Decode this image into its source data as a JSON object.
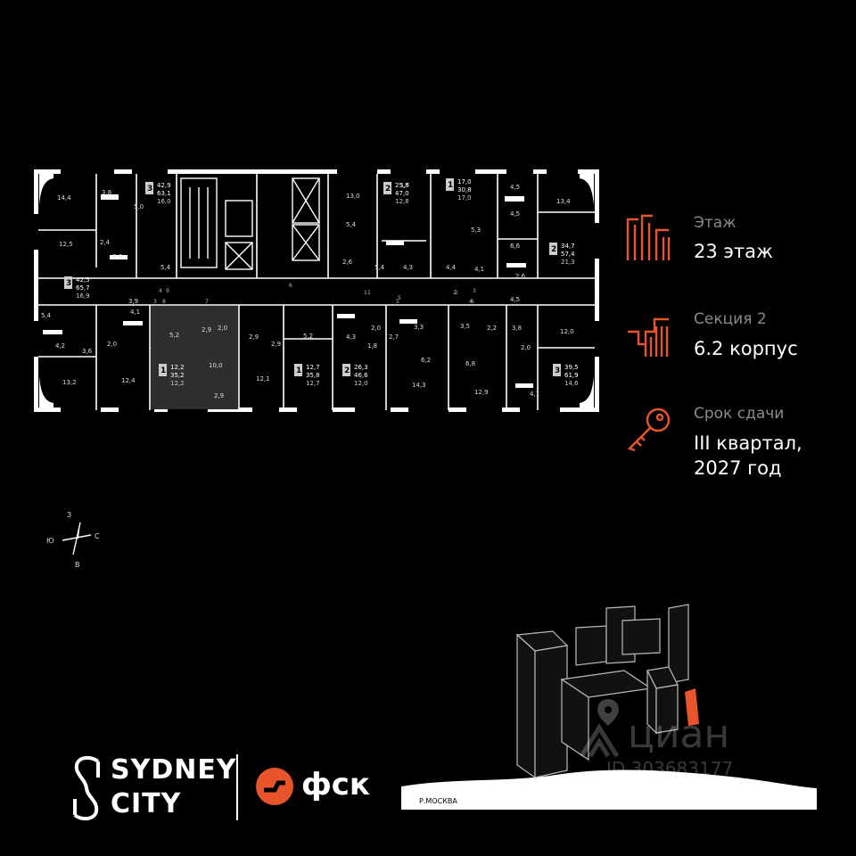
{
  "colors": {
    "accent": "#e8552a",
    "background": "#000000",
    "muted": "#8a8a8a"
  },
  "floor": {
    "label": "Этаж",
    "value": "23 этаж",
    "section_label": "Секция 2",
    "section_value": "6.2 корпус",
    "deadline_label": "Срок сдачи",
    "deadline_line1": "III квартал,",
    "deadline_line2": "2027 год"
  },
  "compass": {
    "north": "З",
    "south": "В",
    "west": "Ю",
    "east": "С"
  },
  "plan": {
    "apartments": [
      {
        "rooms": "3",
        "total": "42,9",
        "area": "63,1",
        "kitchen": "16,0"
      },
      {
        "rooms": "2",
        "total": "25,8",
        "area": "47,0",
        "kitchen": "12,8"
      },
      {
        "rooms": "1",
        "total": "17,0",
        "area": "30,8",
        "kitchen": "17,0"
      },
      {
        "rooms": "2",
        "total": "34,7",
        "area": "57,4",
        "kitchen": "21,3"
      },
      {
        "rooms": "3",
        "total": "42,5",
        "area": "65,7",
        "kitchen": "16,9"
      },
      {
        "rooms": "1",
        "total": "12,2",
        "area": "35,2",
        "kitchen": "12,2"
      },
      {
        "rooms": "1",
        "total": "12,7",
        "area": "35,8",
        "kitchen": "12,7"
      },
      {
        "rooms": "2",
        "total": "26,3",
        "area": "46,6",
        "kitchen": "12,0"
      },
      {
        "rooms": "3",
        "total": "39,5",
        "area": "61,9",
        "kitchen": "14,6"
      }
    ],
    "room_labels": [
      "14,4",
      "3,8",
      "5,0",
      "12,5",
      "2,4",
      "3,6",
      "5,4",
      "13,0",
      "3,5",
      "5,4",
      "2,6",
      "5,4",
      "4,3",
      "5,3",
      "4,4",
      "4,1",
      "4,5",
      "4,5",
      "13,4",
      "6,6",
      "2,6",
      "4,5",
      "3,9",
      "5,4",
      "4,1",
      "4,2",
      "3,6",
      "2,0",
      "13,2",
      "12,4",
      "5,2",
      "2,9",
      "2,0",
      "10,0",
      "2,9",
      "2,9",
      "12,1",
      "2,9",
      "5,2",
      "4,3",
      "2,0",
      "1,8",
      "3,3",
      "2,7",
      "6,2",
      "14,3",
      "3,5",
      "2,2",
      "3,8",
      "6,8",
      "12,9",
      "2,0",
      "12,0",
      "4,1"
    ],
    "door_numbers": [
      "1",
      "2",
      "3",
      "4",
      "5",
      "6",
      "7",
      "8",
      "9",
      "1",
      "2",
      "3",
      "4",
      "5",
      "6"
    ]
  },
  "brands": {
    "sydney_line1": "SYDNEY",
    "sydney_line2": "CITY",
    "fsk": "фск"
  },
  "location": {
    "river": "Р.МОСКВА"
  },
  "watermark": {
    "logo": "циан",
    "id": "ID 303683177"
  }
}
